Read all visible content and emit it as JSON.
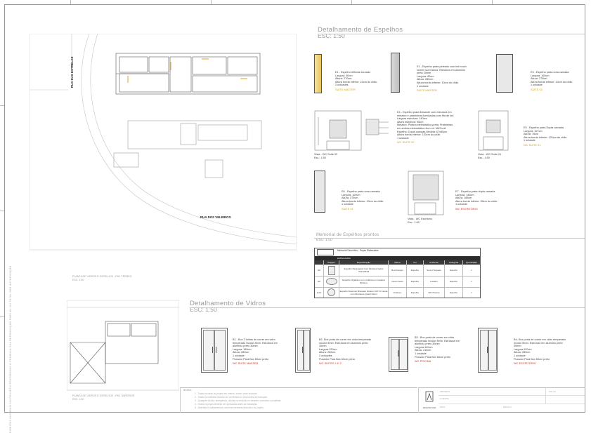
{
  "side_note": "DIREITOS AUTORAIS DO PROJETO PROTEGIDOS E PROIBIDA SUA REPRODUÇÃO PARCIAL OU TOTAL SEM AUTORIZAÇÃO",
  "plan": {
    "street_top": "RUA DAS ESTRELAS",
    "street_bottom": "RUA DOS VELEIROS",
    "ground_label": "PLANTA DE VIDROS E ESPELHOS - PAV. TÉRREO",
    "ground_scale": "ESC: 1:50",
    "upper_label": "PLANTA DE VIDROS E ESPELHOS - PAV. SUPERIOR",
    "upper_scale": "ESC: 1:50"
  },
  "mirrors": {
    "title": "Detalhamento de Espelhos",
    "scale": "ESC: 1:50",
    "items": [
      {
        "code": "E1 - Espelho reflecta dourado",
        "lines": [
          "Largura: 60cm",
          "Altura: 270cm",
          "Altura borda inferior: 10cm do chão",
          "2 unidades"
        ],
        "location": "SUITE MASTER"
      },
      {
        "code": "E1 - Espelho prata peleado com led touch",
        "lines": [
          "screen luz branca. Estrutura em alumínio",
          "preto 20mm",
          "Largura: 60cm",
          "Altura: 280cm",
          "Altura borda inferior: 10cm do chão",
          "1 unidade"
        ],
        "location": "SUITE MASTER"
      },
      {
        "code": "E3 - Espelho prata uma camada",
        "lines": [
          "Largura: 160cm",
          "Altura: 275cm",
          "Altura borda inferior: 10cm do chão",
          "1 unidade"
        ],
        "location": "SUITE 02"
      },
      {
        "code": "E4 - Espelho prata flutuante com estrutura em",
        "lines": [
          "metalon e prateleiras iluminadas com fita de led",
          "Largura estrutura: 140cm",
          "Altura estrutura: 95cm",
          "Metalon: Pintura eletrostática preta, Prateleiras",
          "em ambos eletrostática 4cm mf. MAT.unit",
          "Espelho: Dupla camada Medida: 67x85cm",
          "Altura borda inferior: 120cm do chão",
          "1 unidade"
        ],
        "location": "WC SUITE 02"
      },
      {
        "code": "E5 - Espelho prata Dupla camada",
        "lines": [
          "Largura: 107cm",
          "Altura: 76cm",
          "Altura borda inferior: 120cm do chão",
          "1 unidade"
        ],
        "location": "WC SUITE 01"
      },
      {
        "code": "E6 - Espelho prata uma camada",
        "lines": [
          "Largura: 100cm",
          "Altura: 275cm",
          "Altura borda inferior: 10cm do chão",
          "1 unidade"
        ],
        "location": "SUITE 01"
      },
      {
        "code": "E7 - Espelho prata dupla camada",
        "lines": [
          "Largura: 146cm",
          "Altura: 185cm",
          "Altura borda inferior: 95cm do chão",
          "1 unidade"
        ],
        "location": "WC ESCRITÓRIO"
      }
    ],
    "views": [
      {
        "label": "Vista - WC Suíte 02",
        "scale": "Esc.: 1:50"
      },
      {
        "label": "Vista - WC Suíte 01",
        "scale": "Esc.: 1:50"
      },
      {
        "label": "Vista - WC Escritório",
        "scale": "Esc.: 1:50"
      }
    ]
  },
  "memorial": {
    "title": "Memorial de Espelhos prontos",
    "scale": "ESC: 1:50",
    "table_title": "Memorial Descritivo - Peças Elaboradas",
    "table_subtitle": "ESPELHARIA",
    "headers": [
      "",
      "Imagem",
      "Especificação",
      "Marca",
      "Cor",
      "Ambiente",
      "Categoria",
      "Quantidade"
    ],
    "rows": [
      [
        "E8",
        "",
        "Espelho Retangular Com Moldura Isabel 70X120CM",
        "Best Design",
        "Espelho",
        "Suíte Hóspede",
        "Espelho",
        "1"
      ],
      [
        "E9",
        "",
        "Espelho Orgânico com moldura em madeira Modeno",
        "Casa Oeste",
        "Espelho",
        "Lavabo",
        "Espelho",
        "1"
      ],
      [
        "E10",
        "",
        "Espelho Redondo Bisotado Drakon 40X74 Celula com Diamante Quartz Eleni",
        "Outstore",
        "Espelho",
        "WC Piscina",
        "Espelho",
        "1"
      ]
    ]
  },
  "glass": {
    "title": "Detalhamento de Vidros",
    "scale": "ESC: 1:50",
    "items": [
      {
        "code": "B1 - Box 2 folhas de correr em vidro",
        "lines": [
          "temperado incolor 8mm. Estrutura em",
          "alumínio preto 30mm",
          "Largura: 160cm",
          "Altura: 280cm",
          "1 unidade",
          "Puxador Para Box 60cm preto"
        ],
        "location": "WC SUITE MASTER"
      },
      {
        "code": "B2- Box porta de correr em vidro temperado",
        "lines": [
          "incolor 8mm. Estrutura em alumínio preto",
          "30mm",
          "Largura:120cm",
          "Altura: 280cm",
          "2 unidades",
          "Puxador Para Box 60cm preto"
        ],
        "location": "WC SUITES 1 E 2"
      },
      {
        "code": "B3 - Box porta de correr em vidro",
        "lines": [
          "temperado incolor 8mm. Estrutura em",
          "alumínio preto 30mm",
          "Largura:140cm",
          "Altura: 215cm",
          "1 unidade",
          "Puxador Para Box 60cm preto"
        ],
        "location": "WC PISCINA"
      },
      {
        "code": "B4- Box porta de correr em vidro temperado",
        "lines": [
          "incolor 8mm. Estrutura em alumínio preto",
          "30mm",
          "Largura:120cm",
          "Altura: 280cm",
          "1 unidade",
          "Puxador Para Box 60cm preto"
        ],
        "location": "WC ESCRITÓRIO"
      }
    ]
  },
  "notes": {
    "heading": "NOTAS:",
    "lines": [
      "1 - Todas as cotas do projeto em metros, exceto onde indicado.",
      "2 - Todas as medidas deverão ser conferidas no local antes da execução.",
      "3 - Qualquer dúvida, divergência, dúvida ou omissão no desenho consultar o projetista.",
      "4 - Todas as peças deverão ser aprovadas antes da instalação.",
      "5 - Materiais e acabamentos conforme memorial descritivo do projeto."
    ]
  },
  "title_block": {
    "logo_text": "ARQUITETURA",
    "fields": [
      "PROJETO",
      "CLIENTE",
      "DATA",
      "ESCALA",
      "FOLHA"
    ]
  },
  "colors": {
    "accent_gold": "#d4a017",
    "accent_red": "#c0392b"
  }
}
